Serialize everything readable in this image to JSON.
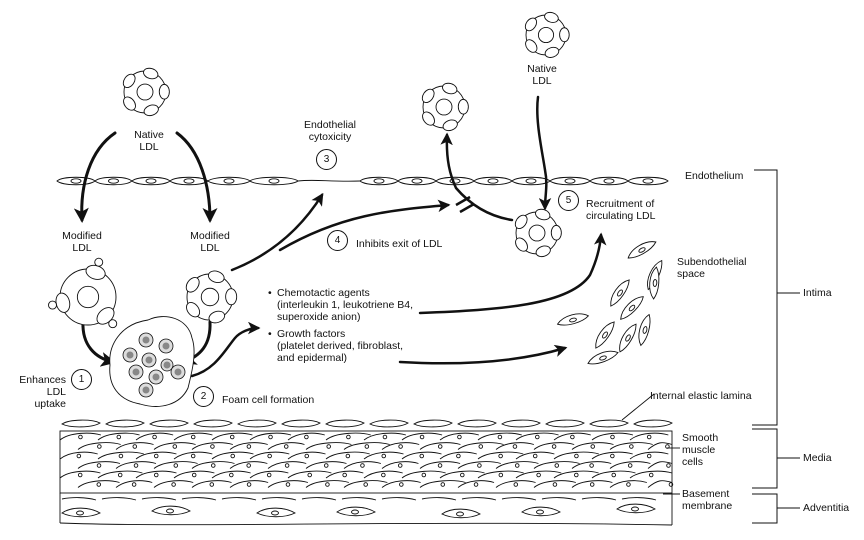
{
  "diagram": {
    "top_left_native_ldl": "Native\nLDL",
    "top_right_native_ldl": "Native\nLDL",
    "modified_ldl_left": "Modified\nLDL",
    "modified_ldl_right": "Modified\nLDL",
    "endothelial_cytoxicity": "Endothelial\ncytoxicity",
    "steps": [
      {
        "number": "1",
        "label": "Enhances\nLDL\nuptake"
      },
      {
        "number": "2",
        "label": "Foam cell formation"
      },
      {
        "number": "3",
        "label": ""
      },
      {
        "number": "4",
        "label": "Inhibits exit of LDL"
      },
      {
        "number": "5",
        "label": "Recruitment of\ncirculating LDL"
      }
    ],
    "secreted_factors": [
      {
        "title": "Chemotactic agents",
        "detail_lines": [
          "(interleukin 1, leukotriene B4,",
          "superoxide anion)"
        ]
      },
      {
        "title": "Growth factors",
        "detail_lines": [
          "(platelet derived, fibroblast,",
          "and epidermal)"
        ]
      }
    ],
    "structure_labels": {
      "endothelium": "Endothelium",
      "subendothelial_space": "Subendothelial\nspace",
      "internal_elastic_lamina": "Internal elastic lamina",
      "smooth_muscle_cells": "Smooth\nmuscle\ncells",
      "basement_membrane": "Basement\nmembrane"
    },
    "layers": [
      {
        "name": "Intima"
      },
      {
        "name": "Media"
      },
      {
        "name": "Adventitia"
      }
    ]
  }
}
